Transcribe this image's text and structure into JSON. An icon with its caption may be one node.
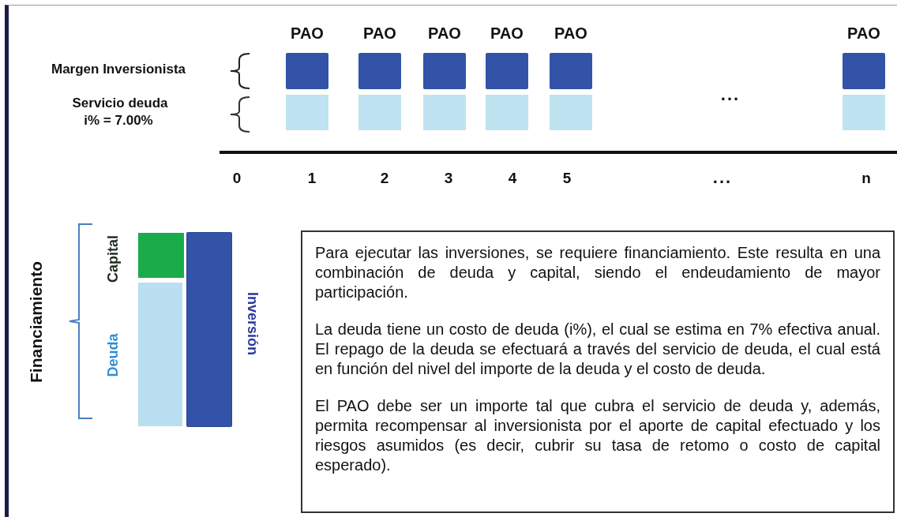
{
  "diagram": {
    "nodes": [
      {
        "text": [],
        "shape": "box",
        "beside": [
          "Capital"
        ]
      },
      {
        "text": [],
        "shape": "box",
        "beside": [
          "Deuda"
        ]
      },
      {
        "text": [],
        "shape": "bar",
        "beside": [
          "Inversión"
        ]
      },
      {
        "text": [
          "Para ejecutar las inversiones, se requiere financiamiento. Este resulta en una combinación de deuda y capital, siendo el endeudamiento de mayor participación.",
          "La deuda tiene un costo de deuda (i%), el cual se estima en 7% efectiva anual. El repago de la deuda se efectuará a través del servicio de deuda, el cual está en función del nivel del importe de la deuda y el costo de deuda.",
          "El PAO debe ser un importe tal que cubra el servicio de deuda y, además, permita recompensar al inversionista por el aporte de capital efectuado y los riesgos asumidos (es decir, cubrir su tasa de retomo o costo de capital esperado)."
        ]
      }
    ],
    "labels": [
      "PAO",
      "PAO",
      "PAO",
      "PAO",
      "PAO",
      "PAO",
      "Margen Inversionista",
      "Servicio deuda",
      "i% = 7.00%",
      "...",
      "0",
      "1",
      "2",
      "3",
      "4",
      "5",
      "...",
      "n",
      "Financiamiento"
    ]
  }
}
